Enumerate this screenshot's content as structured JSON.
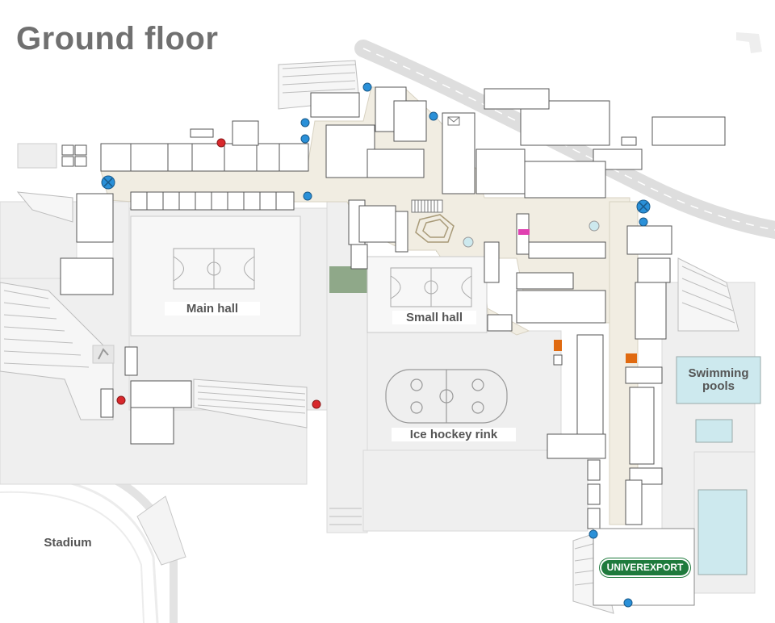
{
  "title": "Ground floor",
  "labels": {
    "main_hall": "Main hall",
    "small_hall": "Small hall",
    "ice_rink": "Ice hockey rink",
    "pools_line1": "Swimming",
    "pools_line2": "pools",
    "stadium": "Stadium",
    "brand": "UNIVEREXPORT"
  },
  "colors": {
    "corridor": "#f1ede2",
    "outline": "#8a8a8a",
    "area_grey": "#eeeeee",
    "hall_white": "#fafafa",
    "road": "#dcdcdc",
    "green": "#8fa889",
    "pool": "#cde9ee",
    "entrance_marker": "#2a90d8",
    "red_marker": "#d8282c",
    "orange_marker": "#e06a10",
    "magenta_marker": "#e040b0",
    "brand_green": "#1e7a3c"
  },
  "icons": [
    "entrance-marker",
    "emergency-exit-marker",
    "access-point-marker",
    "stairs-icon",
    "basketball-court-icon",
    "hockey-rink-icon",
    "mail-icon",
    "elevator-icon"
  ]
}
